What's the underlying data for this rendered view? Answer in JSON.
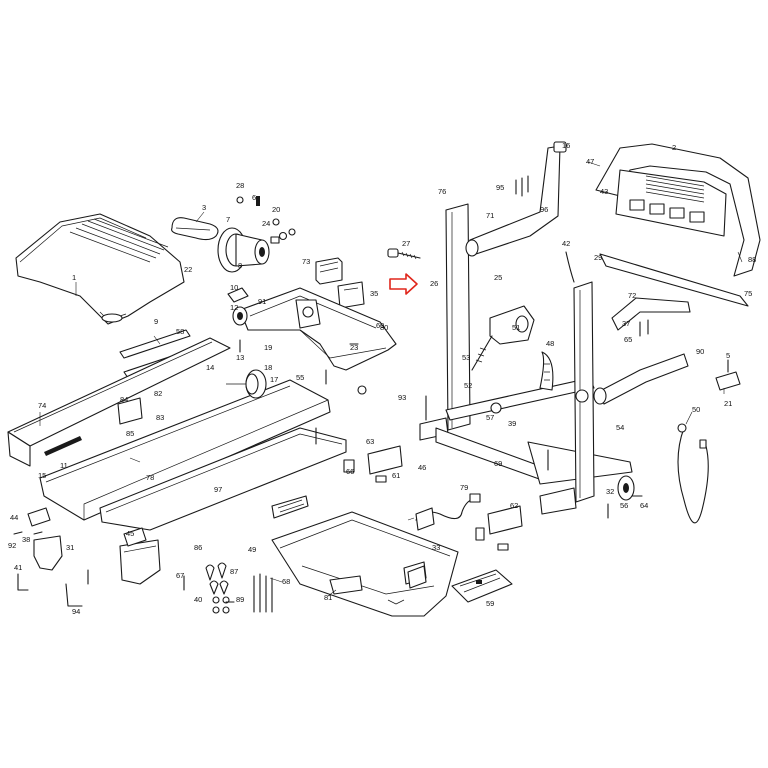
{
  "diagram": {
    "highlight_color": "#e0261b",
    "callouts": [
      {
        "id": "c-1",
        "label": "1"
      },
      {
        "id": "c-2",
        "label": "2"
      },
      {
        "id": "c-3",
        "label": "3"
      },
      {
        "id": "c-5",
        "label": "5"
      },
      {
        "id": "c-6",
        "label": "6"
      },
      {
        "id": "c-7",
        "label": "7"
      },
      {
        "id": "c-8",
        "label": "8"
      },
      {
        "id": "c-9",
        "label": "9"
      },
      {
        "id": "c-10",
        "label": "10"
      },
      {
        "id": "c-11",
        "label": "11"
      },
      {
        "id": "c-12",
        "label": "12"
      },
      {
        "id": "c-13",
        "label": "13"
      },
      {
        "id": "c-14",
        "label": "14"
      },
      {
        "id": "c-15",
        "label": "15"
      },
      {
        "id": "c-16",
        "label": "16"
      },
      {
        "id": "c-17",
        "label": "17"
      },
      {
        "id": "c-18",
        "label": "18"
      },
      {
        "id": "c-19",
        "label": "19"
      },
      {
        "id": "c-20",
        "label": "20"
      },
      {
        "id": "c-21",
        "label": "21"
      },
      {
        "id": "c-22",
        "label": "22"
      },
      {
        "id": "c-23",
        "label": "23"
      },
      {
        "id": "c-24",
        "label": "24"
      },
      {
        "id": "c-25",
        "label": "25"
      },
      {
        "id": "c-26",
        "label": "26"
      },
      {
        "id": "c-27",
        "label": "27"
      },
      {
        "id": "c-28",
        "label": "28"
      },
      {
        "id": "c-29",
        "label": "29"
      },
      {
        "id": "c-31",
        "label": "31"
      },
      {
        "id": "c-32",
        "label": "32"
      },
      {
        "id": "c-33",
        "label": "33"
      },
      {
        "id": "c-35",
        "label": "35"
      },
      {
        "id": "c-37",
        "label": "37"
      },
      {
        "id": "c-38",
        "label": "38"
      },
      {
        "id": "c-39",
        "label": "39"
      },
      {
        "id": "c-40",
        "label": "40"
      },
      {
        "id": "c-41",
        "label": "41"
      },
      {
        "id": "c-42",
        "label": "42"
      },
      {
        "id": "c-43",
        "label": "43"
      },
      {
        "id": "c-44",
        "label": "44"
      },
      {
        "id": "c-45",
        "label": "45"
      },
      {
        "id": "c-46",
        "label": "46"
      },
      {
        "id": "c-47",
        "label": "47"
      },
      {
        "id": "c-48",
        "label": "48"
      },
      {
        "id": "c-49",
        "label": "49"
      },
      {
        "id": "c-50",
        "label": "50"
      },
      {
        "id": "c-51",
        "label": "51"
      },
      {
        "id": "c-52",
        "label": "52"
      },
      {
        "id": "c-53",
        "label": "53"
      },
      {
        "id": "c-54",
        "label": "54"
      },
      {
        "id": "c-55",
        "label": "55"
      },
      {
        "id": "c-56",
        "label": "56"
      },
      {
        "id": "c-57",
        "label": "57"
      },
      {
        "id": "c-58",
        "label": "58"
      },
      {
        "id": "c-59",
        "label": "59"
      },
      {
        "id": "c-60",
        "label": "60"
      },
      {
        "id": "c-61",
        "label": "61"
      },
      {
        "id": "c-62",
        "label": "62"
      },
      {
        "id": "c-63",
        "label": "63"
      },
      {
        "id": "c-64",
        "label": "64"
      },
      {
        "id": "c-65",
        "label": "65"
      },
      {
        "id": "c-66",
        "label": "66"
      },
      {
        "id": "c-67",
        "label": "67"
      },
      {
        "id": "c-68",
        "label": "68"
      },
      {
        "id": "c-69",
        "label": "69"
      },
      {
        "id": "c-71",
        "label": "71"
      },
      {
        "id": "c-72",
        "label": "72"
      },
      {
        "id": "c-73",
        "label": "73"
      },
      {
        "id": "c-74",
        "label": "74"
      },
      {
        "id": "c-75",
        "label": "75"
      },
      {
        "id": "c-76",
        "label": "76"
      },
      {
        "id": "c-78",
        "label": "78"
      },
      {
        "id": "c-79",
        "label": "79"
      },
      {
        "id": "c-80",
        "label": "80"
      },
      {
        "id": "c-81",
        "label": "81"
      },
      {
        "id": "c-82",
        "label": "82"
      },
      {
        "id": "c-83",
        "label": "83"
      },
      {
        "id": "c-84",
        "label": "84"
      },
      {
        "id": "c-85",
        "label": "85"
      },
      {
        "id": "c-86",
        "label": "86"
      },
      {
        "id": "c-87",
        "label": "87"
      },
      {
        "id": "c-88",
        "label": "88"
      },
      {
        "id": "c-89",
        "label": "89"
      },
      {
        "id": "c-90",
        "label": "90"
      },
      {
        "id": "c-91",
        "label": "91"
      },
      {
        "id": "c-92",
        "label": "92"
      },
      {
        "id": "c-93",
        "label": "93"
      },
      {
        "id": "c-94",
        "label": "94"
      },
      {
        "id": "c-95",
        "label": "95"
      },
      {
        "id": "c-96",
        "label": "96"
      },
      {
        "id": "c-97",
        "label": "97"
      }
    ]
  }
}
